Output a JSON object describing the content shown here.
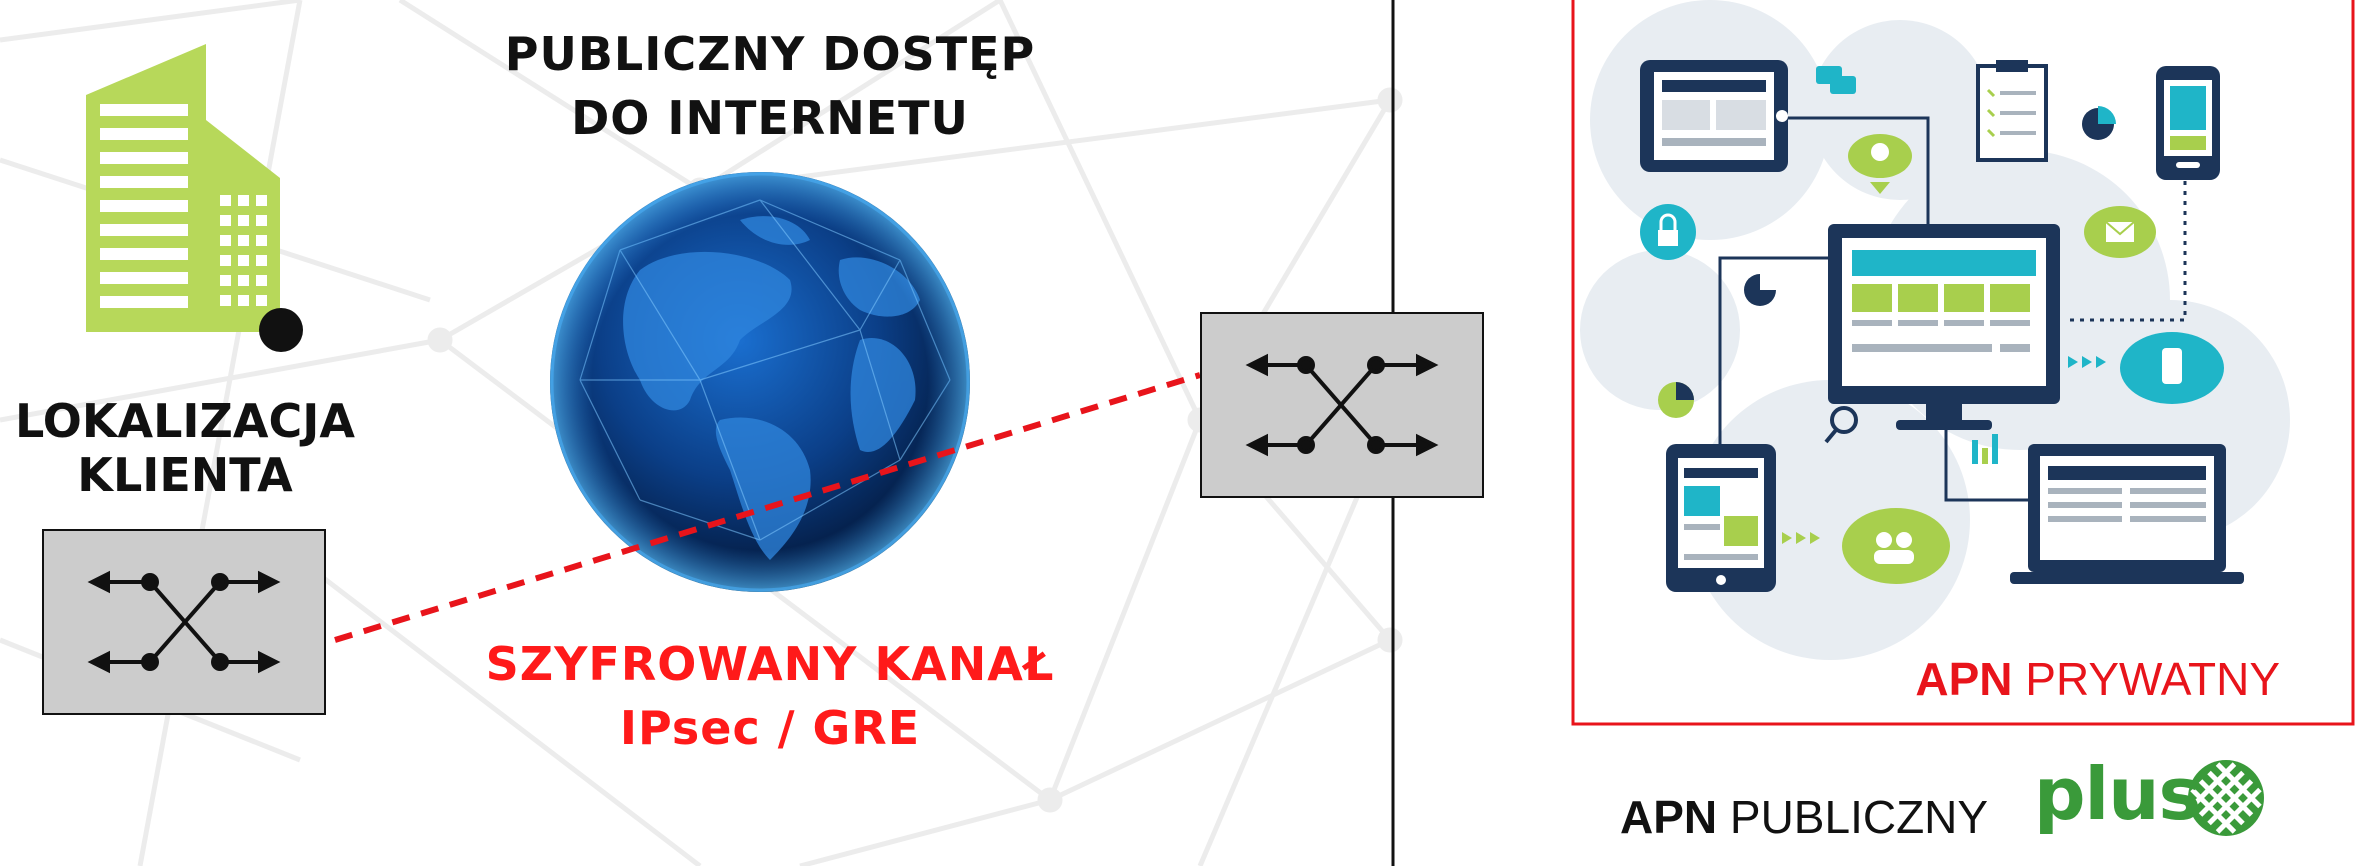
{
  "public_internet": {
    "line1": "PUBLICZNY DOSTĘP",
    "line2": "DO INTERNETU"
  },
  "client_location": {
    "line1": "LOKALIZACJA",
    "line2": "KLIENTA"
  },
  "encrypted_channel": {
    "line1": "SZYFROWANY KANAŁ",
    "line2": "IPsec / GRE"
  },
  "private_apn": {
    "apn": "APN",
    "rest": "PRYWATNY"
  },
  "public_apn": {
    "apn": "APN",
    "rest": "PUBLICZNY"
  },
  "brand": {
    "name": "plus",
    "color": "#3a9a3a"
  },
  "colors": {
    "tunnel": "#e8141b",
    "building": "#b7d85a",
    "device_navy": "#1c3559",
    "device_teal": "#1fb5c8",
    "device_green": "#a8cf4d",
    "router_fill": "#cccccc"
  }
}
